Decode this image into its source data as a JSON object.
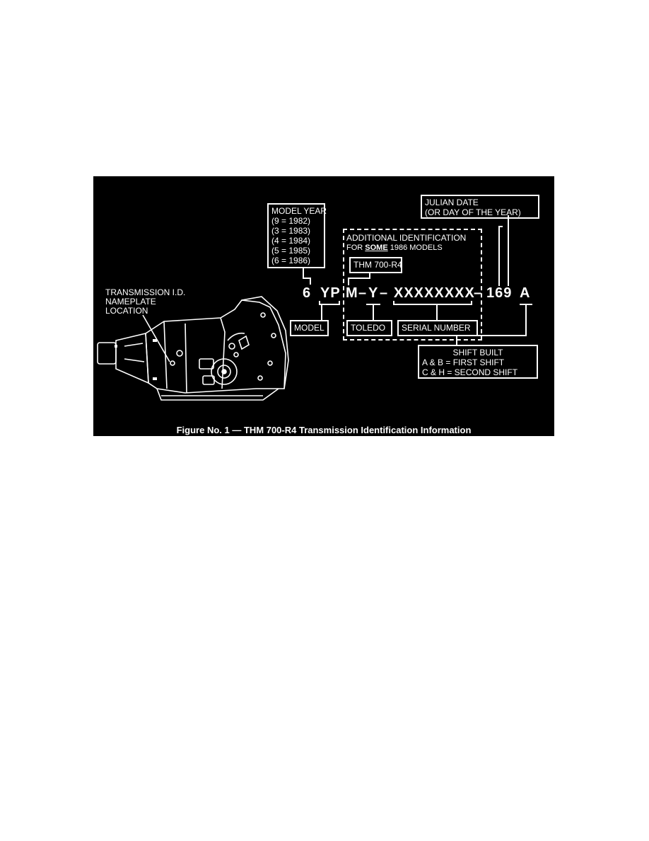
{
  "figure": {
    "caption": "Figure No. 1 — THM 700-R4 Transmission Identification Information",
    "code": {
      "year_digit": "6",
      "model_code": "YP",
      "plant_letter": "M",
      "dash1": "–",
      "y_letter": "Y",
      "dash2": "–",
      "serial": "XXXXXXXX",
      "dash3": "–",
      "julian": "169",
      "shift": "A"
    },
    "model_year_box": {
      "title": "MODEL YEAR",
      "lines": [
        "(9  =  1982)",
        "(3  =  1983)",
        "(4  =  1984)",
        "(5  =  1985)",
        "(6  =  1986)"
      ]
    },
    "additional_id": {
      "line1": "ADDITIONAL IDENTIFICATION",
      "line2_prefix": "FOR ",
      "line2_emph": "SOME",
      "line2_suffix": " 1986 MODELS"
    },
    "thm_box": "THM 700-R4",
    "julian_box": {
      "line1": "JULIAN DATE",
      "line2": "(OR DAY OF THE YEAR)"
    },
    "model_box": "MODEL",
    "toledo_box": "TOLEDO",
    "serial_box": "SERIAL NUMBER",
    "shift_box": {
      "title": "SHIFT BUILT",
      "line1": "A & B  =  FIRST SHIFT",
      "line2": "C & H  =  SECOND SHIFT"
    },
    "nameplate_label": {
      "line1": "TRANSMISSION I.D.",
      "line2": "NAMEPLATE",
      "line3": "LOCATION"
    },
    "icons": [
      "transmission-illustration"
    ]
  }
}
